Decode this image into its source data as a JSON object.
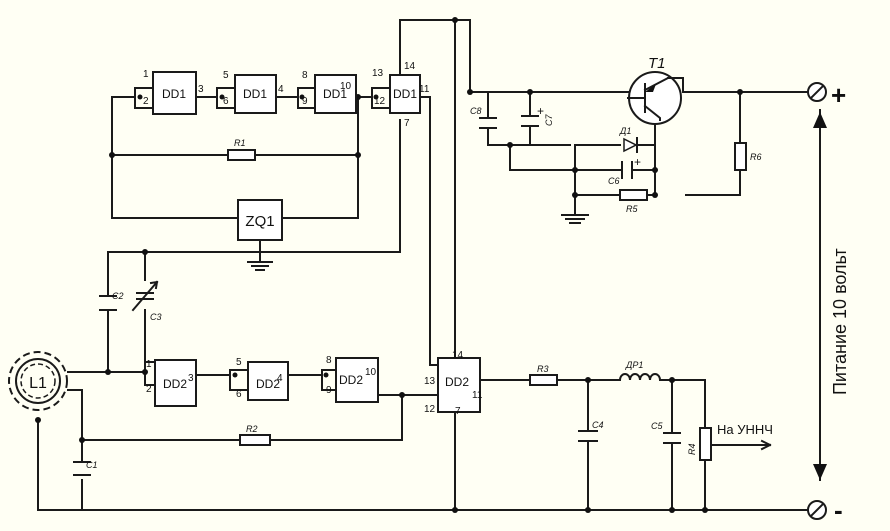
{
  "gates": {
    "dd1_a": {
      "name": "DD1",
      "pin_a": "1",
      "pin_b": "2",
      "pin_out": "3"
    },
    "dd1_b": {
      "name": "DD1",
      "pin_a": "5",
      "pin_b": "6",
      "pin_out": "4"
    },
    "dd1_c": {
      "name": "DD1",
      "pin_a": "8",
      "pin_b": "9",
      "pin_out": "10"
    },
    "dd1_d": {
      "name": "DD1",
      "pin_a": "13",
      "pin_b": "12",
      "pin_out": "11",
      "pin_vcc": "14",
      "pin_gnd": "7"
    },
    "dd2_a": {
      "name": "DD2",
      "pin_a": "1",
      "pin_b": "2",
      "pin_out": "3"
    },
    "dd2_b": {
      "name": "DD2",
      "pin_a": "5",
      "pin_b": "6",
      "pin_out": "4"
    },
    "dd2_c": {
      "name": "DD2",
      "pin_a": "8",
      "pin_b": "9",
      "pin_out": "10"
    },
    "dd2_d": {
      "name": "DD2",
      "pin_a": "13",
      "pin_b": "12",
      "pin_out": "11",
      "pin_vcc": "14",
      "pin_gnd": "7"
    }
  },
  "components": {
    "r1": "R1",
    "r2": "R2",
    "r3": "R3",
    "r4": "R4",
    "r5": "R5",
    "r6": "R6",
    "c1": "C1",
    "c2": "C2",
    "c3": "C3",
    "c4": "C4",
    "c5": "C5",
    "c6": "C6",
    "c7": "C7",
    "c8": "C8",
    "zq1": "ZQ1",
    "l1": "L1",
    "t1": "T1",
    "d1": "Д1",
    "dr1": "ДР1",
    "plus_sign": "+"
  },
  "labels": {
    "output": "На УННЧ",
    "power": "Питание 10 вольт",
    "plus": "+",
    "minus": "-"
  }
}
